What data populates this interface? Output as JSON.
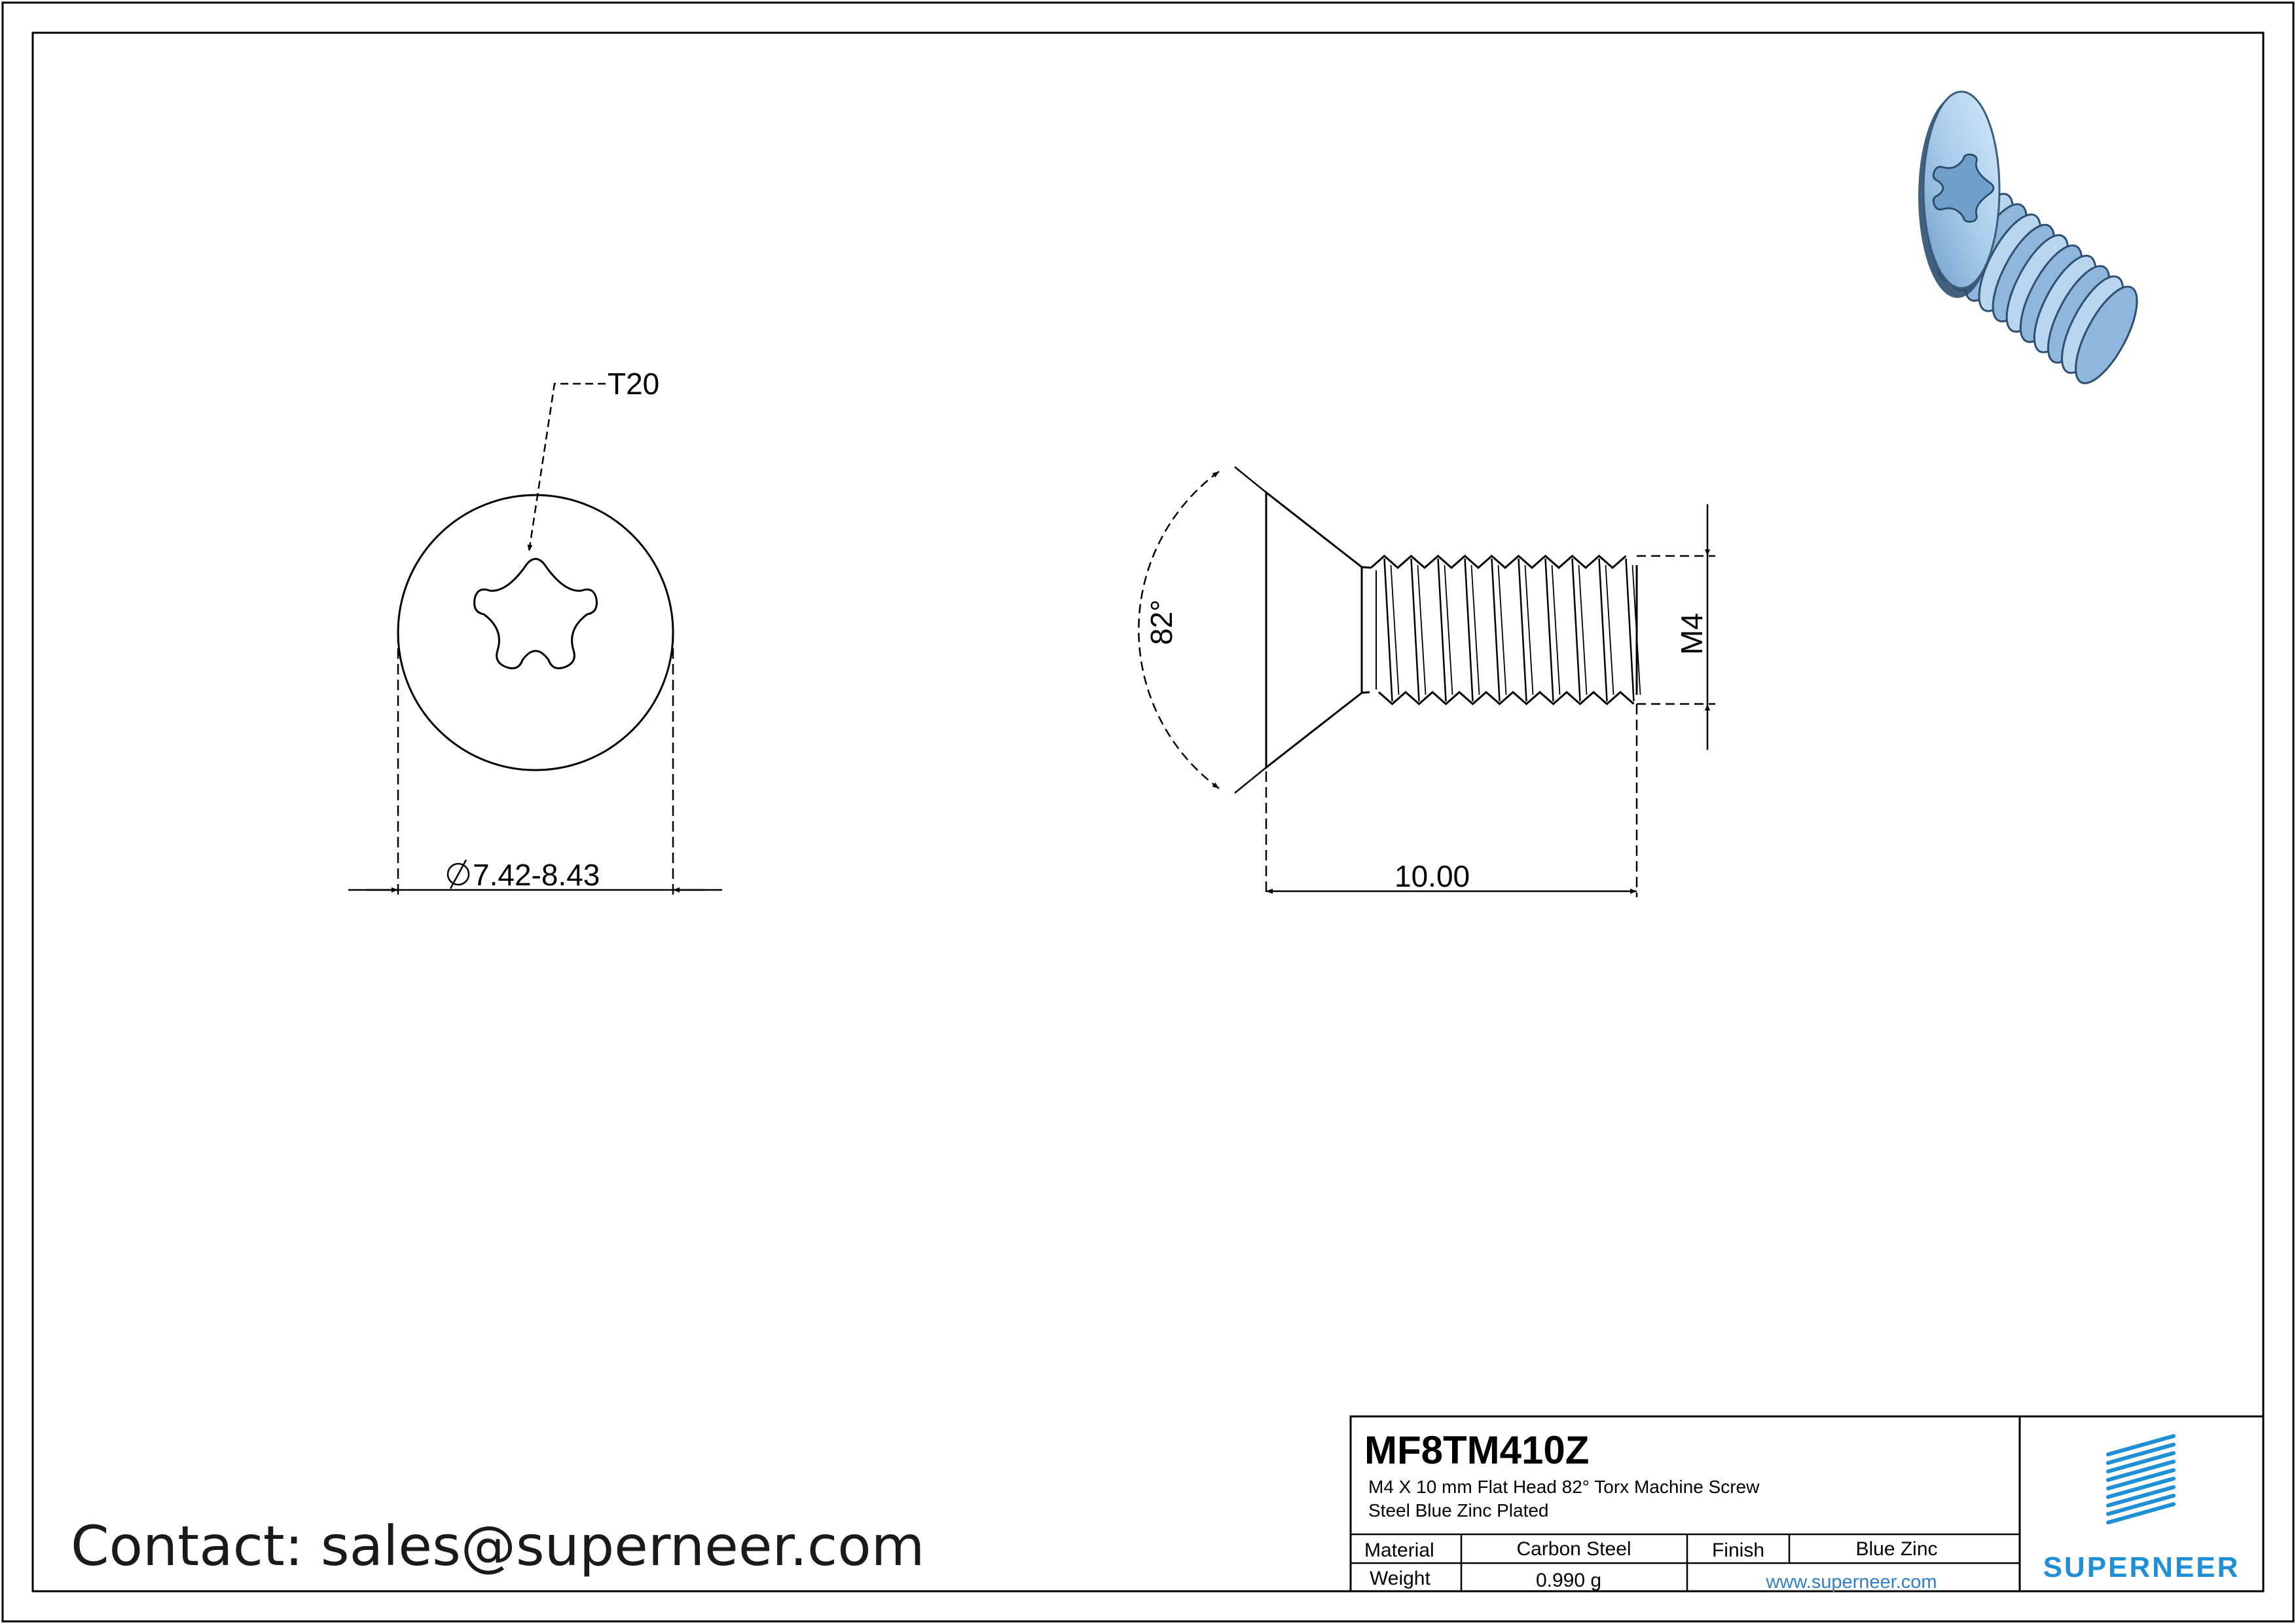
{
  "drawing": {
    "top_view": {
      "drive_label": "T20",
      "diameter_label": "7.42-8.43"
    },
    "side_view": {
      "angle_label": "82°",
      "thread_label": "M4",
      "length_label": "10.00"
    }
  },
  "contact": {
    "text": "Contact: sales@superneer.com"
  },
  "title_block": {
    "part_number": "MF8TM410Z",
    "description_line1": "M4 X 10 mm  Flat Head 82° Torx Machine Screw",
    "description_line2": "Steel Blue Zinc Plated",
    "material_label": "Material",
    "material_value": "Carbon Steel",
    "finish_label": "Finish",
    "finish_value": "Blue Zinc",
    "weight_label": "Weight",
    "weight_value": "0.990 g",
    "website": "www.superneer.com",
    "brand": "SUPERNEER"
  },
  "colors": {
    "brand_blue": "#1f8fd6",
    "screw_blue": "#a9cdec",
    "line": "#000000"
  },
  "icons": [
    "torx-star-icon",
    "superneer-logo-icon",
    "diameter-symbol-icon"
  ]
}
